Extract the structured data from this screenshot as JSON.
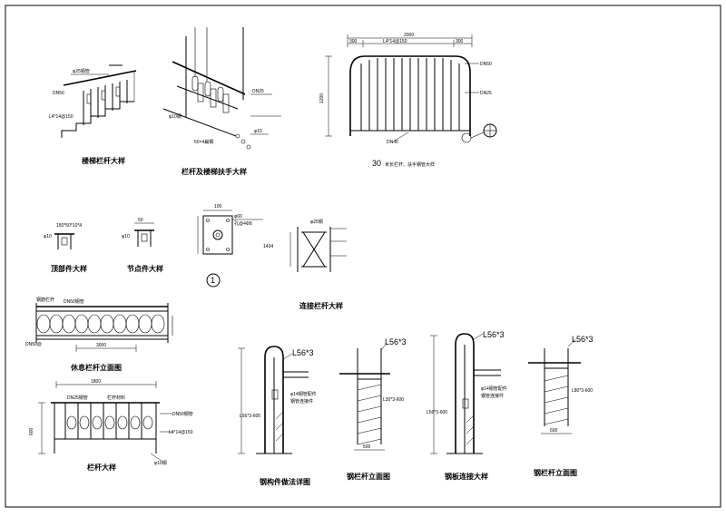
{
  "titles": {
    "stair_railing": "楼梯栏杆大样",
    "railing_stair": "栏杆及楼梯扶手大样",
    "fence_30": "30",
    "fence_30_rest": "米长栏杆、扶手钢管大样",
    "plan_rail_elev": "休息栏杆立面图",
    "rail_detail": "栏杆大样",
    "section_1": "钢构件做法详图",
    "section_2": "钢栏杆立面图",
    "section_3": "钢板连接大样",
    "section_4": "钢栏杆立面图",
    "hinge_detail": "连接栏杆大样",
    "top_detail_a": "顶部件大样",
    "top_detail_b": "节点件大样",
    "circle_1": "1"
  },
  "labels": {
    "pipe_dn50": "DN50",
    "pipe_dn25": "DN25",
    "pipe_dn40": "DN40",
    "angle_1": "L56*3",
    "angle_2": "L56*3",
    "angle_3": "L56*3",
    "angle_4": "L56*3",
    "angle_sub_1": "L30*3-600",
    "angle_sub_2": "L80*3-600",
    "dim_1200": "1200",
    "dim_600": "600",
    "dim_500": "500",
    "dim_1434": "1434",
    "dim_3000": "3000",
    "dim_300a": "300",
    "dim_300b": "300",
    "dim_1800": "1800",
    "note_1414": "L4*14@150",
    "note_dn50": "DN50@"
  }
}
